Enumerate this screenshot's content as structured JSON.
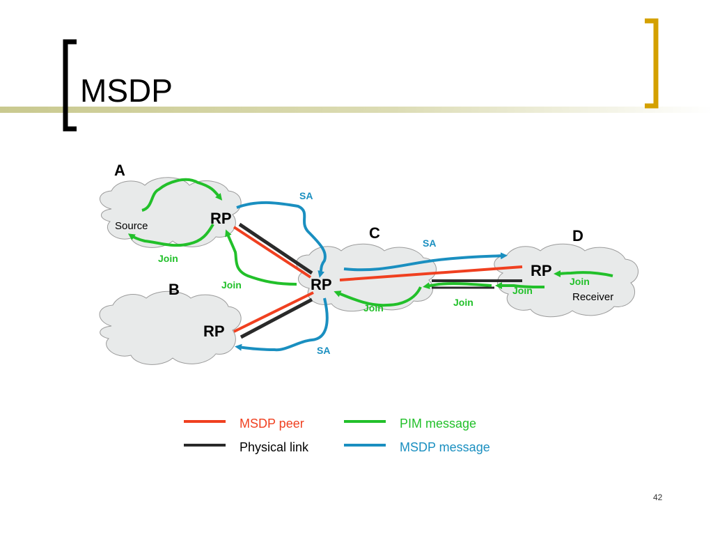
{
  "slide": {
    "title": "MSDP",
    "page_number": "42"
  },
  "domains": {
    "a": {
      "letter": "A",
      "rp": "RP",
      "host": "Source"
    },
    "b": {
      "letter": "B",
      "rp": "RP"
    },
    "c": {
      "letter": "C",
      "rp": "RP"
    },
    "d": {
      "letter": "D",
      "rp": "RP",
      "host": "Receiver"
    }
  },
  "messages": {
    "sa_a_to_c": "SA",
    "sa_c_to_d": "SA",
    "sa_c_to_b": "SA",
    "join_a_local": "Join",
    "join_c_to_a": "Join",
    "join_d_to_c": "Join",
    "join_c_local": "Join",
    "join_d_local_1": "Join",
    "join_d_local_2": "Join"
  },
  "legend": {
    "msdp_peer": "MSDP peer",
    "physical_link": "Physical link",
    "pim_message": "PIM message",
    "msdp_message": "MSDP message"
  },
  "colors": {
    "msdp_peer": "#f04020",
    "physical_link": "#2a2a2a",
    "pim_message": "#22c02a",
    "msdp_message": "#1a8fc0",
    "accent_bar": "#cfcf9a",
    "bracket_left": "#000000",
    "bracket_right": "#d4a000"
  }
}
